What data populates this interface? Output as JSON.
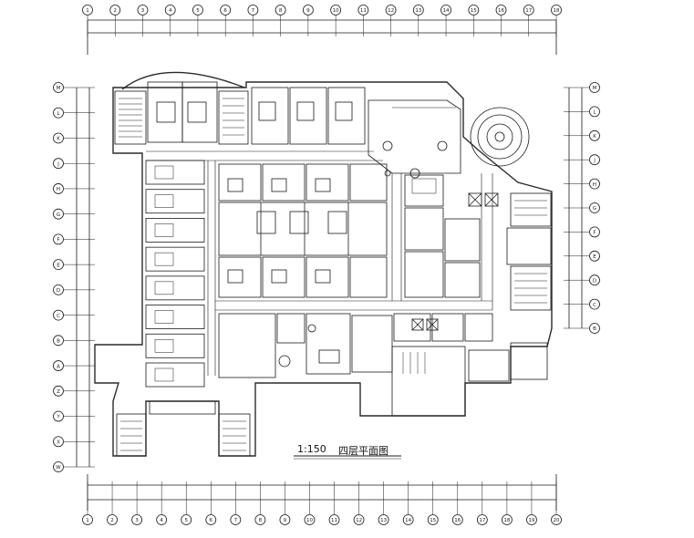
{
  "drawing": {
    "scale": "1:150",
    "title": "四层平面图",
    "column_grid_top": [
      "1",
      "2",
      "3",
      "4",
      "5",
      "6",
      "7",
      "8",
      "9",
      "10",
      "11",
      "12",
      "13",
      "14",
      "15",
      "16",
      "17",
      "18"
    ],
    "column_grid_bottom": [
      "1",
      "2",
      "3",
      "4",
      "5",
      "6",
      "7",
      "8",
      "9",
      "10",
      "11",
      "12",
      "13",
      "14",
      "15",
      "16",
      "17",
      "18",
      "19",
      "20"
    ],
    "row_grid_left": [
      "M",
      "L",
      "K",
      "J",
      "H",
      "G",
      "F",
      "E",
      "D",
      "C",
      "B",
      "A",
      "Z",
      "Y",
      "X",
      "W"
    ],
    "row_grid_right": [
      "M",
      "L",
      "K",
      "J",
      "H",
      "G",
      "F",
      "E",
      "D",
      "C",
      "B"
    ]
  },
  "colors": {
    "line": "#1a1a1a",
    "wall": "#2a2a2a",
    "background": "#ffffff"
  }
}
